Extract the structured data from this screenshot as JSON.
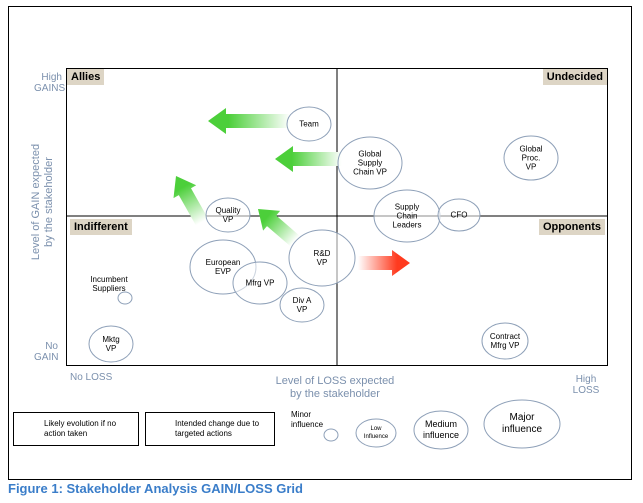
{
  "quadrants": {
    "allies": "Allies",
    "undecided": "Undecided",
    "indifferent": "Indifferent",
    "opponents": "Opponents"
  },
  "y_axis": {
    "high": [
      "High",
      "GAINS"
    ],
    "low": [
      "No",
      "GAIN"
    ],
    "title": [
      "Level of GAIN expected",
      "by the stakeholder"
    ]
  },
  "x_axis": {
    "low": "No LOSS",
    "high": [
      "High",
      "LOSS"
    ],
    "title": [
      "Level of LOSS expected",
      "by the stakeholder"
    ]
  },
  "stakeholders": [
    {
      "id": "team",
      "lines": [
        "Team"
      ]
    },
    {
      "id": "global-supply-chain-vp",
      "lines": [
        "Global",
        "Supply",
        "Chain VP"
      ]
    },
    {
      "id": "global-proc-vp",
      "lines": [
        "Global",
        "Proc.",
        "VP"
      ]
    },
    {
      "id": "quality-vp",
      "lines": [
        "Quality",
        "VP"
      ]
    },
    {
      "id": "supply-chain-leaders",
      "lines": [
        "Supply",
        "Chain",
        "Leaders"
      ]
    },
    {
      "id": "cfo",
      "lines": [
        "CFO"
      ]
    },
    {
      "id": "rd-vp",
      "lines": [
        "R&D",
        "VP"
      ]
    },
    {
      "id": "european-evp",
      "lines": [
        "European",
        "EVP"
      ]
    },
    {
      "id": "mfrg-vp",
      "lines": [
        "Mfrg VP"
      ]
    },
    {
      "id": "div-a-vp",
      "lines": [
        "Div A",
        "VP"
      ]
    },
    {
      "id": "incumbent-suppliers",
      "lines": [
        "Incumbent",
        "Suppliers"
      ]
    },
    {
      "id": "mktg-vp",
      "lines": [
        "Mktg",
        "VP"
      ]
    },
    {
      "id": "contract-mfrg-vp",
      "lines": [
        "Contract",
        "Mfrg VP"
      ]
    }
  ],
  "legend": {
    "red_arrow": [
      "Likely evolution if no",
      "action taken"
    ],
    "green_arrow": [
      "Intended change due to",
      "targeted actions"
    ],
    "minor": [
      "Minor",
      "influence"
    ],
    "low": [
      "Low",
      "Influence"
    ],
    "medium": [
      "Medium",
      "influence"
    ],
    "major": [
      "Major",
      "influence"
    ]
  },
  "colors": {
    "quad_label_bg": "#ddd5c5",
    "axis_text": "#7b90ad",
    "caption": "#3a7dc9",
    "green_arrow": "#4ccf3a",
    "red_arrow": "#ff3b1f"
  },
  "caption": "Figure 1: Stakeholder Analysis GAIN/LOSS Grid"
}
